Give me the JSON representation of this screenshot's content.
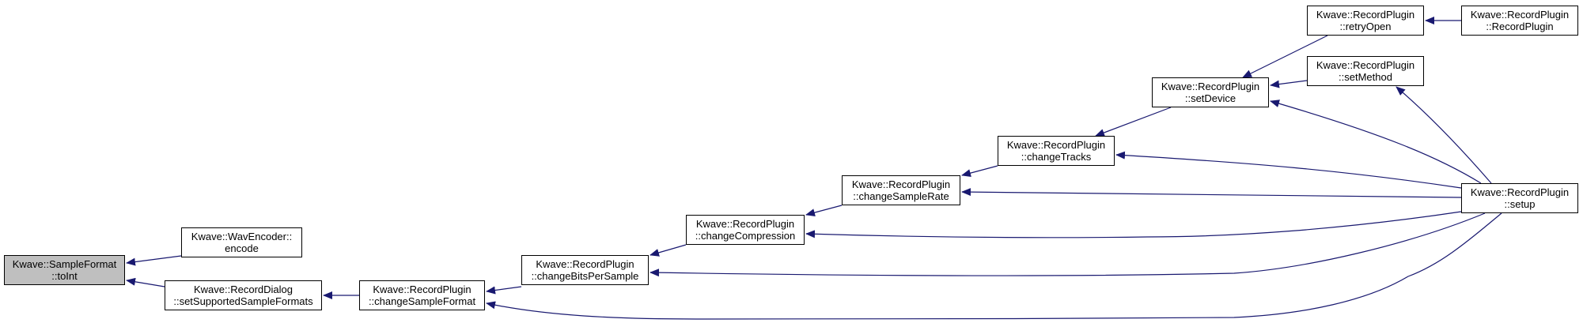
{
  "colors": {
    "edge": "#191970",
    "node_border": "#000000",
    "node_fill": "#ffffff",
    "root_fill": "#bfbfbf"
  },
  "nodes": {
    "toint": {
      "line1": "Kwave::SampleFormat",
      "line2": "::toInt"
    },
    "encode": {
      "line1": "Kwave::WavEncoder::",
      "line2": "encode"
    },
    "setsupp": {
      "line1": "Kwave::RecordDialog",
      "line2": "::setSupportedSampleFormats"
    },
    "chsf": {
      "line1": "Kwave::RecordPlugin",
      "line2": "::changeSampleFormat"
    },
    "chbps": {
      "line1": "Kwave::RecordPlugin",
      "line2": "::changeBitsPerSample"
    },
    "chcomp": {
      "line1": "Kwave::RecordPlugin",
      "line2": "::changeCompression"
    },
    "chsr": {
      "line1": "Kwave::RecordPlugin",
      "line2": "::changeSampleRate"
    },
    "chtr": {
      "line1": "Kwave::RecordPlugin",
      "line2": "::changeTracks"
    },
    "setdev": {
      "line1": "Kwave::RecordPlugin",
      "line2": "::setDevice"
    },
    "retry": {
      "line1": "Kwave::RecordPlugin",
      "line2": "::retryOpen"
    },
    "ctor": {
      "line1": "Kwave::RecordPlugin",
      "line2": "::RecordPlugin"
    },
    "setmeth": {
      "line1": "Kwave::RecordPlugin",
      "line2": "::setMethod"
    },
    "setup": {
      "line1": "Kwave::RecordPlugin",
      "line2": "::setup"
    }
  },
  "edges": [
    {
      "from": "encode",
      "to": "toint"
    },
    {
      "from": "setsupp",
      "to": "toint"
    },
    {
      "from": "chsf",
      "to": "setsupp"
    },
    {
      "from": "chbps",
      "to": "chsf"
    },
    {
      "from": "setup",
      "to": "chsf"
    },
    {
      "from": "chcomp",
      "to": "chbps"
    },
    {
      "from": "setup",
      "to": "chbps"
    },
    {
      "from": "chsr",
      "to": "chcomp"
    },
    {
      "from": "setup",
      "to": "chcomp"
    },
    {
      "from": "chtr",
      "to": "chsr"
    },
    {
      "from": "setup",
      "to": "chsr"
    },
    {
      "from": "setdev",
      "to": "chtr"
    },
    {
      "from": "setup",
      "to": "chtr"
    },
    {
      "from": "retry",
      "to": "setdev"
    },
    {
      "from": "setmeth",
      "to": "setdev"
    },
    {
      "from": "setup",
      "to": "setdev"
    },
    {
      "from": "ctor",
      "to": "retry"
    },
    {
      "from": "setup",
      "to": "setmeth"
    }
  ]
}
